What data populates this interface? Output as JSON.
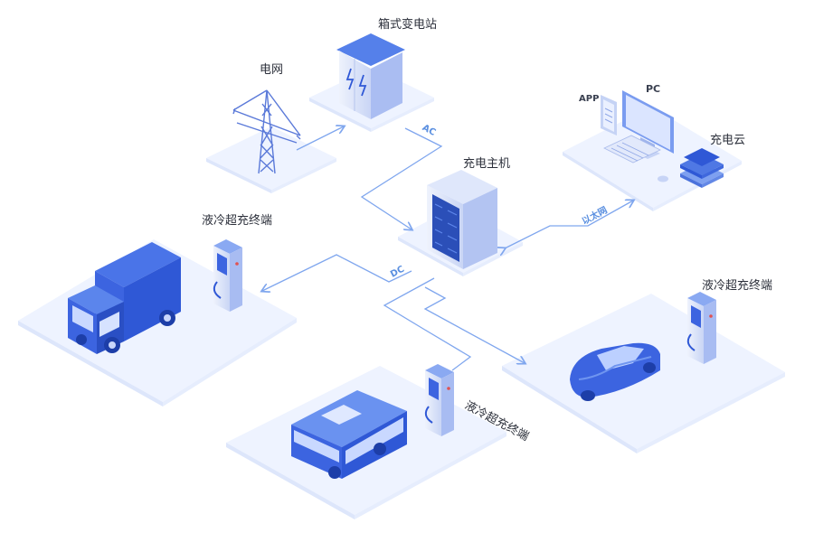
{
  "nodes": {
    "grid": "电网",
    "box_substation": "箱式变电站",
    "charging_host": "充电主机",
    "pc": "PC",
    "app": "APP",
    "charging_cloud": "充电云",
    "terminal_truck": "液冷超充终端",
    "terminal_bus": "液冷超充终端",
    "terminal_car": "液冷超充终端"
  },
  "links": {
    "ac": "AC",
    "dc": "DC",
    "ethernet": "以太网"
  },
  "colors": {
    "accent": "#3f6fe8",
    "vehicle": "#3c64e0",
    "platform": "#eef3ff",
    "line": "#7fa6ee"
  }
}
